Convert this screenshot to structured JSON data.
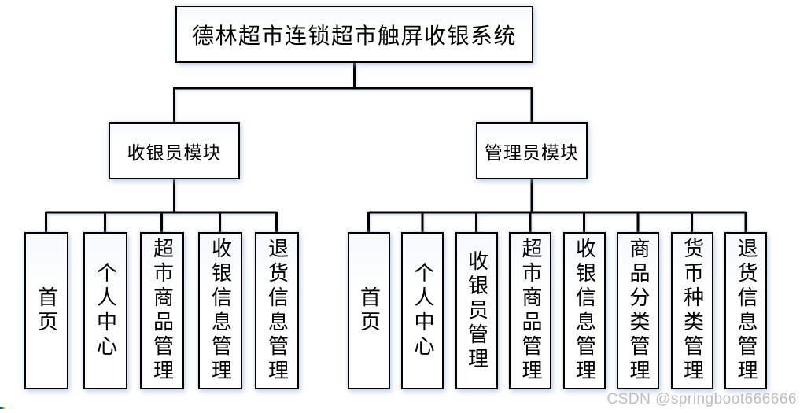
{
  "diagram": {
    "title": "德林超市连锁超市触屏收银系统",
    "modules": [
      {
        "label": "收银员模块",
        "children": [
          "首页",
          "个人中心",
          "超市商品管理",
          "收银信息管理",
          "退货信息管理"
        ]
      },
      {
        "label": "管理员模块",
        "children": [
          "首页",
          "个人中心",
          "收银员管理",
          "超市商品管理",
          "收银信息管理",
          "商品分类管理",
          "货币种类管理",
          "退货信息管理"
        ]
      }
    ]
  },
  "watermark": "CSDN @springboot666666",
  "colors": {
    "line": "#000000",
    "box_fill": "#ffffff",
    "box_border": "#000000",
    "shadow_glow": "#aec6e8",
    "watermark_text": "#bdbdbd"
  }
}
